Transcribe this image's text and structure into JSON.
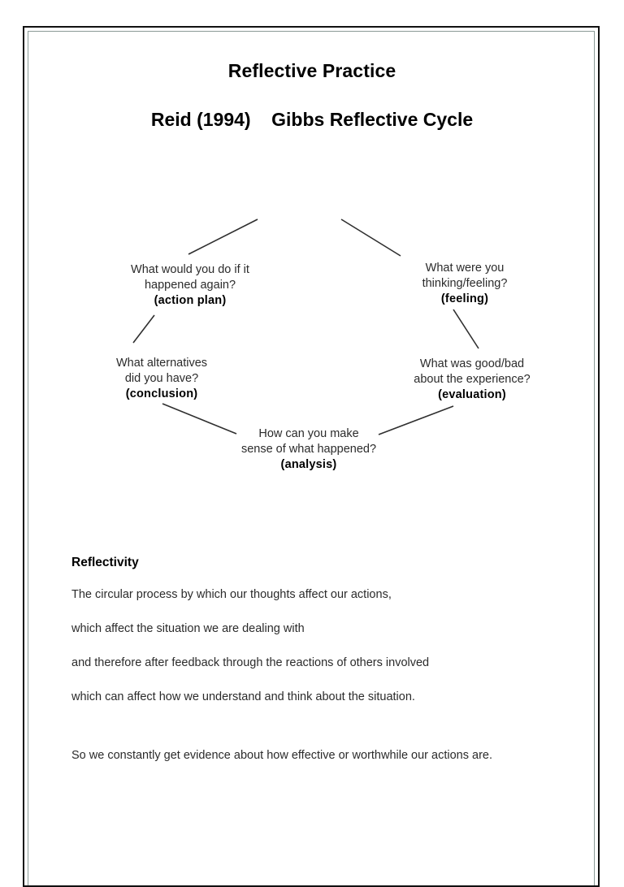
{
  "document": {
    "title": "Reflective Practice",
    "subtitle": "Reid (1994)    Gibbs Reflective Cycle"
  },
  "cycle": {
    "nodes": [
      {
        "id": "action-plan",
        "question_line_1": "What would you do if it",
        "question_line_2": "happened again?",
        "stage": "(action plan)"
      },
      {
        "id": "feeling",
        "question_line_1": "What were you",
        "question_line_2": "thinking/feeling?",
        "stage": "(feeling)"
      },
      {
        "id": "conclusion",
        "question_line_1": "What alternatives",
        "question_line_2": "did you have?",
        "stage": "(conclusion)"
      },
      {
        "id": "evaluation",
        "question_line_1": "What was good/bad",
        "question_line_2": "about the experience?",
        "stage": "(evaluation)"
      },
      {
        "id": "analysis",
        "question_line_1": "How can you make",
        "question_line_2": "sense of what happened?",
        "stage": "(analysis)"
      }
    ],
    "connector_color": "#2f2f2f"
  },
  "reflectivity": {
    "heading": "Reflectivity",
    "lines": [
      "The circular process by which our thoughts affect our actions,",
      "which affect the situation we are dealing with",
      "and therefore after feedback through the reactions of others involved",
      "which can affect how we understand and think about the situation."
    ],
    "closing_line": "So we constantly get evidence about how effective or worthwhile our actions are."
  }
}
